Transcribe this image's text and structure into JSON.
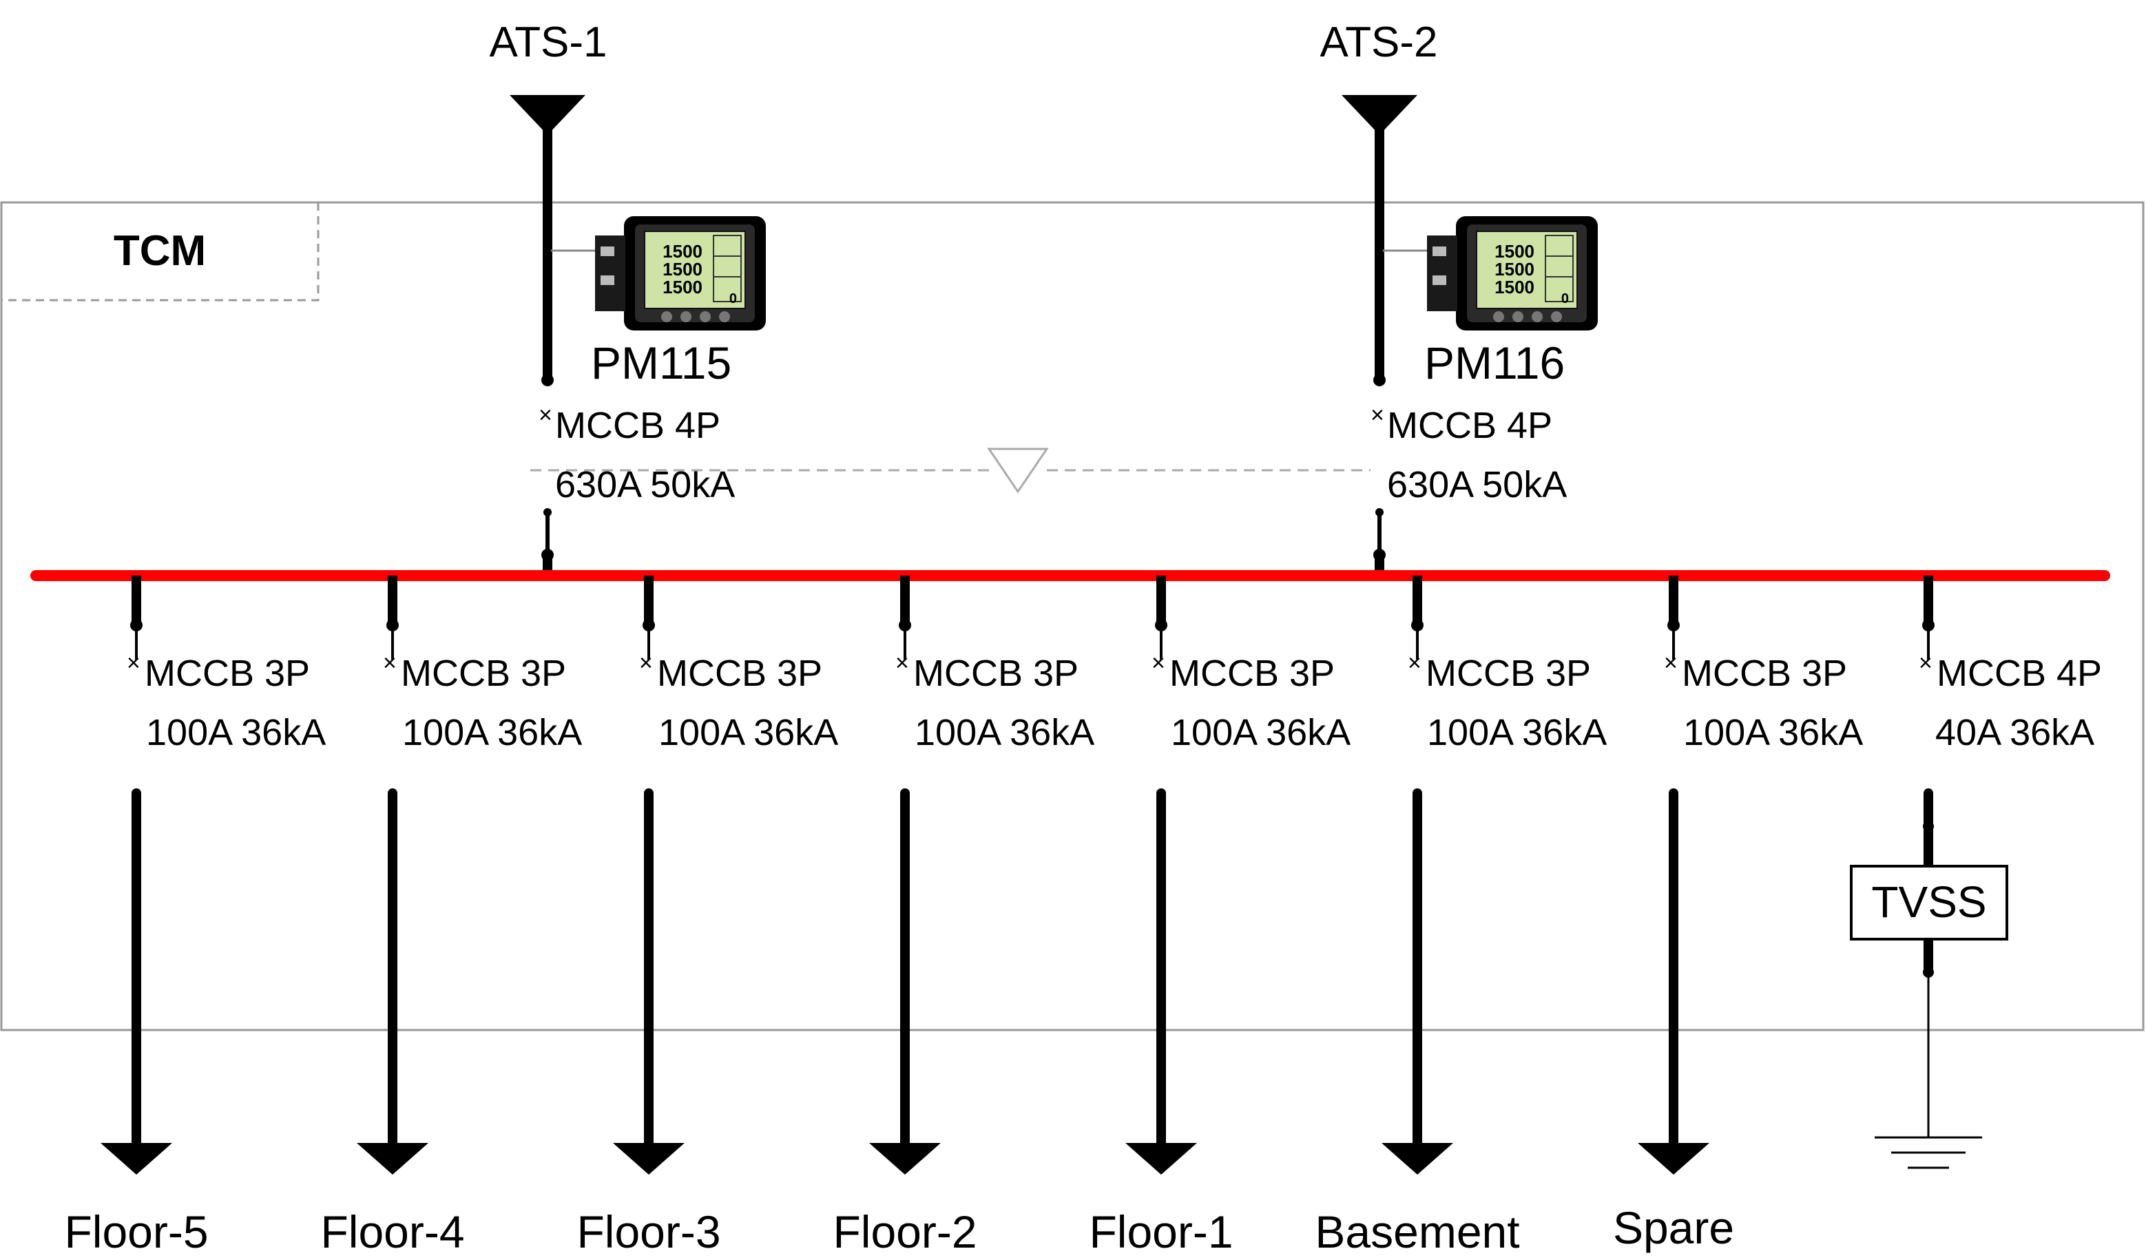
{
  "panel": {
    "label": "TCM"
  },
  "colors": {
    "busbar": "#ff0000",
    "conductor": "#000000",
    "frame": "#9a9a9a",
    "meter_screen": "#cfe3a6"
  },
  "incomers": [
    {
      "source": "ATS-1",
      "meter": "PM115",
      "breaker_type": "MCCB 4P",
      "breaker_rating": "630A 50kA",
      "meter_readings": [
        "1500",
        "1500",
        "1500",
        "0"
      ]
    },
    {
      "source": "ATS-2",
      "meter": "PM116",
      "breaker_type": "MCCB 4P",
      "breaker_rating": "630A 50kA",
      "meter_readings": [
        "1500",
        "1500",
        "1500",
        "0"
      ]
    }
  ],
  "feeders": [
    {
      "breaker_type": "MCCB 3P",
      "breaker_rating": "100A 36kA",
      "load": "Floor-5"
    },
    {
      "breaker_type": "MCCB 3P",
      "breaker_rating": "100A 36kA",
      "load": "Floor-4"
    },
    {
      "breaker_type": "MCCB 3P",
      "breaker_rating": "100A 36kA",
      "load": "Floor-3"
    },
    {
      "breaker_type": "MCCB 3P",
      "breaker_rating": "100A 36kA",
      "load": "Floor-2"
    },
    {
      "breaker_type": "MCCB 3P",
      "breaker_rating": "100A 36kA",
      "load": "Floor-1"
    },
    {
      "breaker_type": "MCCB 3P",
      "breaker_rating": "100A 36kA",
      "load": "Basement"
    },
    {
      "breaker_type": "MCCB 3P",
      "breaker_rating": "100A 36kA",
      "load": "Spare"
    }
  ],
  "surge_feeder": {
    "breaker_type": "MCCB 4P",
    "breaker_rating": "40A 36kA",
    "device": "TVSS"
  }
}
